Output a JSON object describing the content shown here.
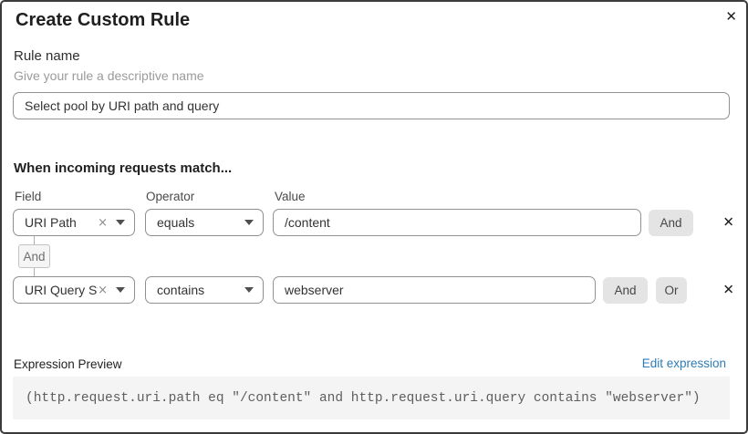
{
  "dialog": {
    "title": "Create Custom Rule"
  },
  "icons": {
    "close": "✕",
    "delete_row": "✕",
    "clear_selection": "×"
  },
  "rule_name": {
    "label": "Rule name",
    "helper": "Give your rule a descriptive name",
    "value": "Select pool by URI path and query"
  },
  "match_section": {
    "heading": "When incoming requests match...",
    "columns": {
      "field": "Field",
      "operator": "Operator",
      "value": "Value"
    },
    "rows": [
      {
        "field": "URI Path",
        "operator": "equals",
        "value": "/content",
        "and_label": "And"
      },
      {
        "field": "URI Query St...",
        "operator": "contains",
        "value": "webserver",
        "and_label": "And",
        "or_label": "Or"
      }
    ],
    "join_badge": "And"
  },
  "expression": {
    "label": "Expression Preview",
    "edit_link": "Edit expression",
    "code": "(http.request.uri.path eq \"/content\" and http.request.uri.query contains \"webserver\")"
  },
  "colors": {
    "link_blue": "#2e7cb5",
    "button_gray": "#e4e4e4",
    "code_bg": "#f4f4f4",
    "border_gray": "#8f8f8f",
    "dialog_border": "#3b3b3b"
  }
}
